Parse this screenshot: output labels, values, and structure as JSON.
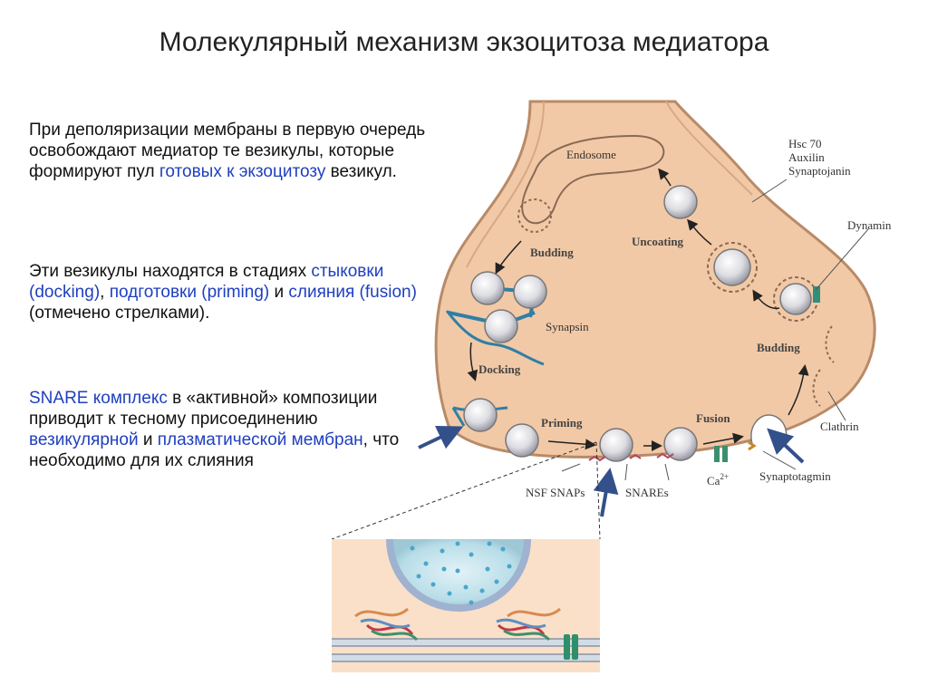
{
  "title": "Молекулярный механизм экзоцитоза медиатора",
  "paragraphs": {
    "p1": {
      "t1": "При деполяризации мембраны в первую очередь освобождают медиатор те везикулы, которые формируют пул ",
      "h1": "готовых к экзоцитозу",
      "t2": " везикул."
    },
    "p2": {
      "t1": "Эти везикулы находятся в стадиях ",
      "h1": "стыковки (docking)",
      "t2": ", ",
      "h2": "подготовки (priming)",
      "t3": " и ",
      "h3": "слияния (fusion)",
      "t4": " (отмечено стрелками)."
    },
    "p3": {
      "h1": "SNARE комплекс",
      "t1": " в «активной» композиции приводит к тесному присоединению ",
      "h2": "везикулярной",
      "t2": " и ",
      "h3": "плазматической мембран",
      "t3": ", что необходимо для их слияния"
    }
  },
  "diagram_labels": {
    "endosome": "Endosome",
    "hsc70": "Hsc 70",
    "auxilin": "Auxilin",
    "synaptojanin": "Synaptojanin",
    "dynamin": "Dynamin",
    "budding_left": "Budding",
    "uncoating": "Uncoating",
    "synapsin": "Synapsin",
    "docking": "Docking",
    "priming": "Priming",
    "fusion": "Fusion",
    "budding_right": "Budding",
    "clathrin": "Clathrin",
    "nsf_snaps": "NSF SNAPs",
    "snares": "SNAREs",
    "ca": "Ca",
    "ca_sup": "2+",
    "synaptotagmin": "Synaptotagmin"
  },
  "colors": {
    "cytoplasm": "#f2c9a6",
    "membrane_edge": "#b88a68",
    "vesicle": "#e6e6ea",
    "actin": "#2f7fa6",
    "highlight_text": "#1f3fbf",
    "pointer_arrow": "#33508a"
  }
}
